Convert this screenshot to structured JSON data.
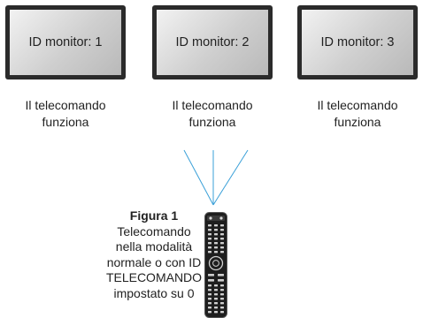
{
  "monitors": [
    {
      "label": "ID monitor: 1",
      "caption": "Il telecomando\nfunziona"
    },
    {
      "label": "ID monitor: 2",
      "caption": "Il telecomando\nfunziona"
    },
    {
      "label": "ID monitor: 3",
      "caption": "Il telecomando\nfunziona"
    }
  ],
  "figure": {
    "title": "Figura 1",
    "text": "Telecomando\nnella modalità\nnormale o con ID\nTELECOMANDO\nimpostato su 0"
  },
  "colors": {
    "signal": "#3aa0d8",
    "bezel": "#2b2b2b",
    "remote_body": "#1e1e1e"
  },
  "icons": {
    "remote": "remote-control-icon",
    "signal": "infrared-signal-icon"
  }
}
